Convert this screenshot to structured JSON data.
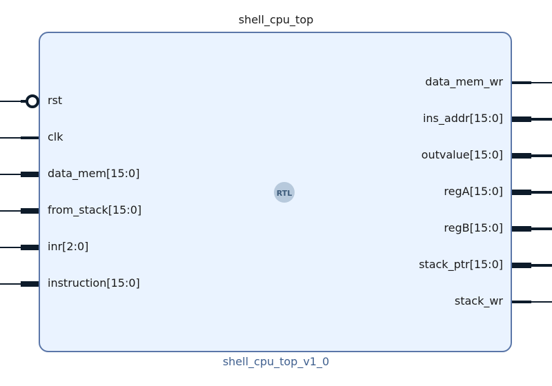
{
  "module": {
    "title": "shell_cpu_top",
    "subtitle": "shell_cpu_top_v1_0",
    "badge": "RTL",
    "badge_icon": "rtl-badge-icon"
  },
  "colors": {
    "box_fill": "#eaf3ff",
    "box_border": "#5a76a8",
    "wire": "#0d1b2a",
    "subtitle": "#40608f",
    "badge_circle": "#b7c9dc",
    "badge_text": "#3c5a7a"
  },
  "ports": {
    "inputs": [
      {
        "label": "rst",
        "kind": "single",
        "inverted": true
      },
      {
        "label": "clk",
        "kind": "single"
      },
      {
        "label": "data_mem[15:0]",
        "kind": "bus"
      },
      {
        "label": "from_stack[15:0]",
        "kind": "bus"
      },
      {
        "label": "inr[2:0]",
        "kind": "bus"
      },
      {
        "label": "instruction[15:0]",
        "kind": "bus"
      }
    ],
    "outputs": [
      {
        "label": "data_mem_wr",
        "kind": "single"
      },
      {
        "label": "ins_addr[15:0]",
        "kind": "bus"
      },
      {
        "label": "outvalue[15:0]",
        "kind": "bus"
      },
      {
        "label": "regA[15:0]",
        "kind": "bus"
      },
      {
        "label": "regB[15:0]",
        "kind": "bus"
      },
      {
        "label": "stack_ptr[15:0]",
        "kind": "bus"
      },
      {
        "label": "stack_wr",
        "kind": "single"
      }
    ]
  }
}
